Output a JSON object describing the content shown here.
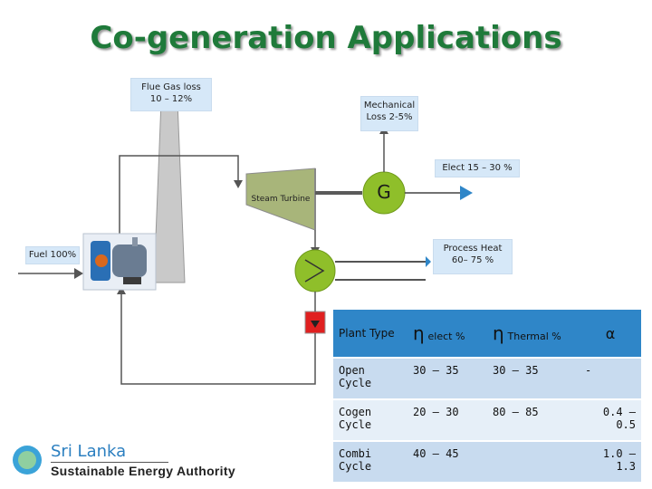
{
  "title": "Co-generation Applications",
  "labels": {
    "flue_gas": [
      "Flue Gas loss",
      "10 – 12%"
    ],
    "mechanical": [
      "Mechanical",
      "Loss 2-5%"
    ],
    "elect": "Elect 15 – 30 %",
    "steam_turbine": "Steam Turbine",
    "generator": "G",
    "process_heat": [
      "Process Heat",
      "60– 75 %"
    ],
    "fuel": "Fuel 100%"
  },
  "table": {
    "headers": {
      "plant_type": "Plant Type",
      "eta_symbol": "η",
      "elect": "elect %",
      "thermal": "Thermal %",
      "alpha": "α"
    },
    "rows": [
      {
        "plant": "Open Cycle",
        "elect": "30 – 35",
        "thermal": "30 – 35",
        "alpha": "-"
      },
      {
        "plant": "Cogen Cycle",
        "elect": "20 – 30",
        "thermal": "80 – 85",
        "alpha": "0.4 – 0.5"
      },
      {
        "plant": "Combi Cycle",
        "elect": "40 – 45",
        "thermal": "",
        "alpha": "1.0 – 1.3"
      }
    ]
  },
  "logo": {
    "line1": "Sri Lanka",
    "line2": "Sustainable Energy Authority"
  }
}
